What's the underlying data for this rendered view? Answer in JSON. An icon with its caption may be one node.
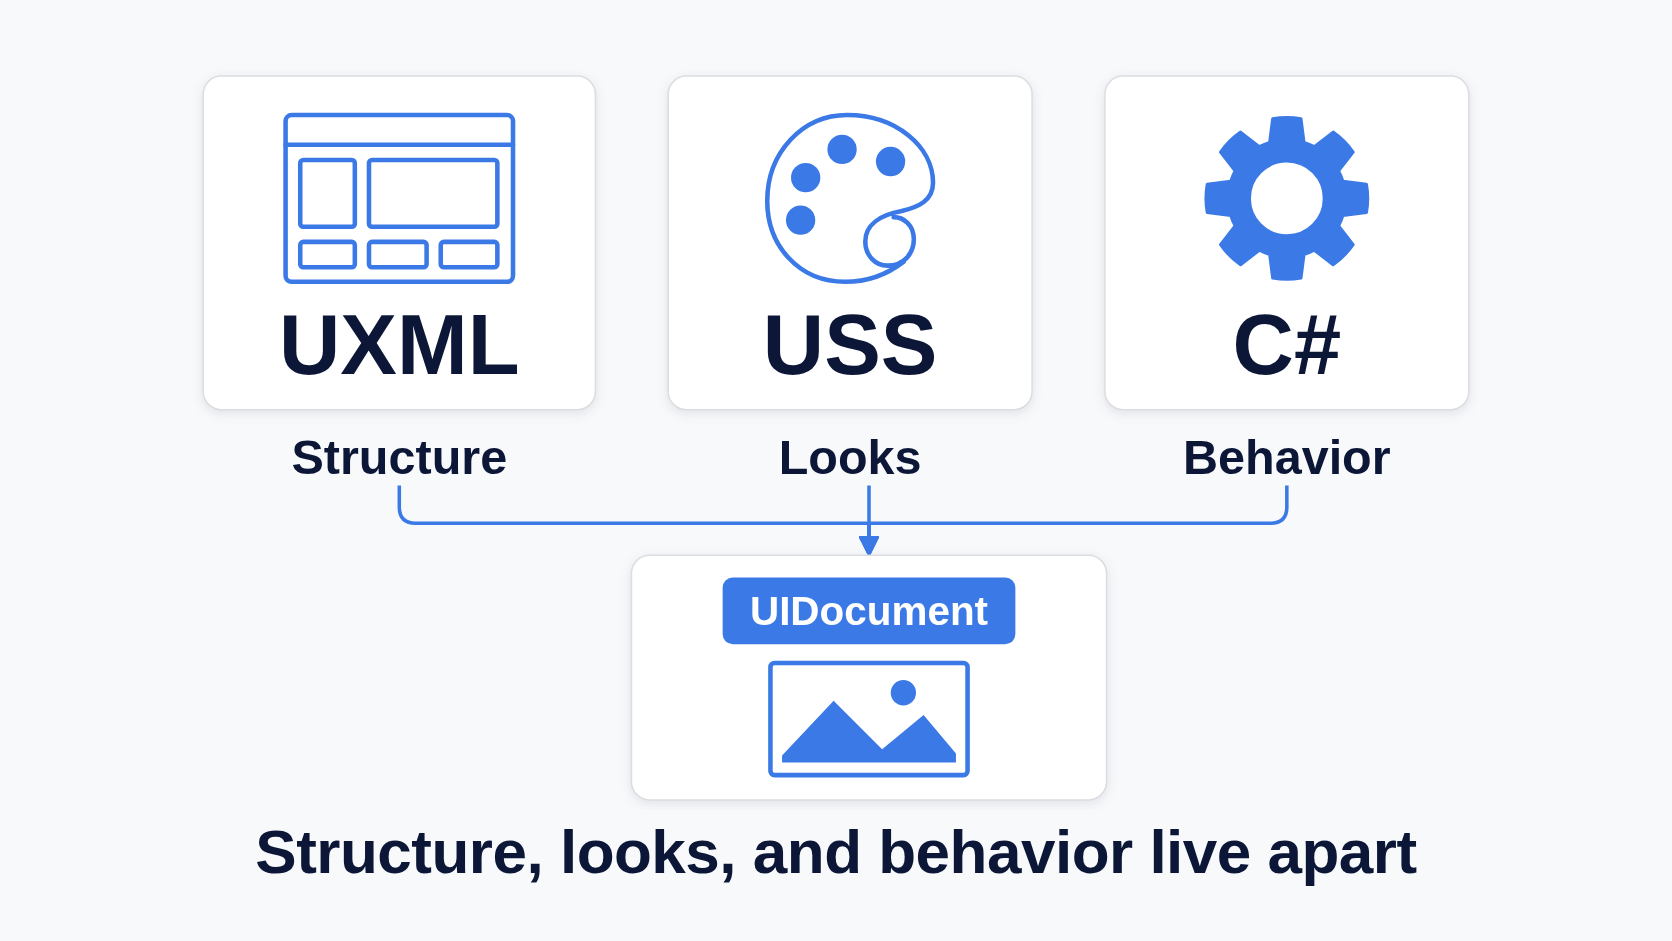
{
  "diagram": {
    "caption": "Structure, looks, and behavior live apart",
    "nodes": [
      {
        "text": [
          "UXML"
        ],
        "beside": [
          "Structure"
        ]
      },
      {
        "text": [
          "USS"
        ],
        "beside": [
          "Looks"
        ]
      },
      {
        "text": [
          "C#"
        ],
        "beside": [
          "Behavior"
        ]
      },
      {
        "text": [
          "UIDocument"
        ]
      }
    ],
    "edges": [
      {
        "from": 0,
        "to": 3,
        "arrow": "to"
      },
      {
        "from": 1,
        "to": 3,
        "arrow": "to"
      },
      {
        "from": 2,
        "to": 3,
        "arrow": "to"
      }
    ]
  }
}
